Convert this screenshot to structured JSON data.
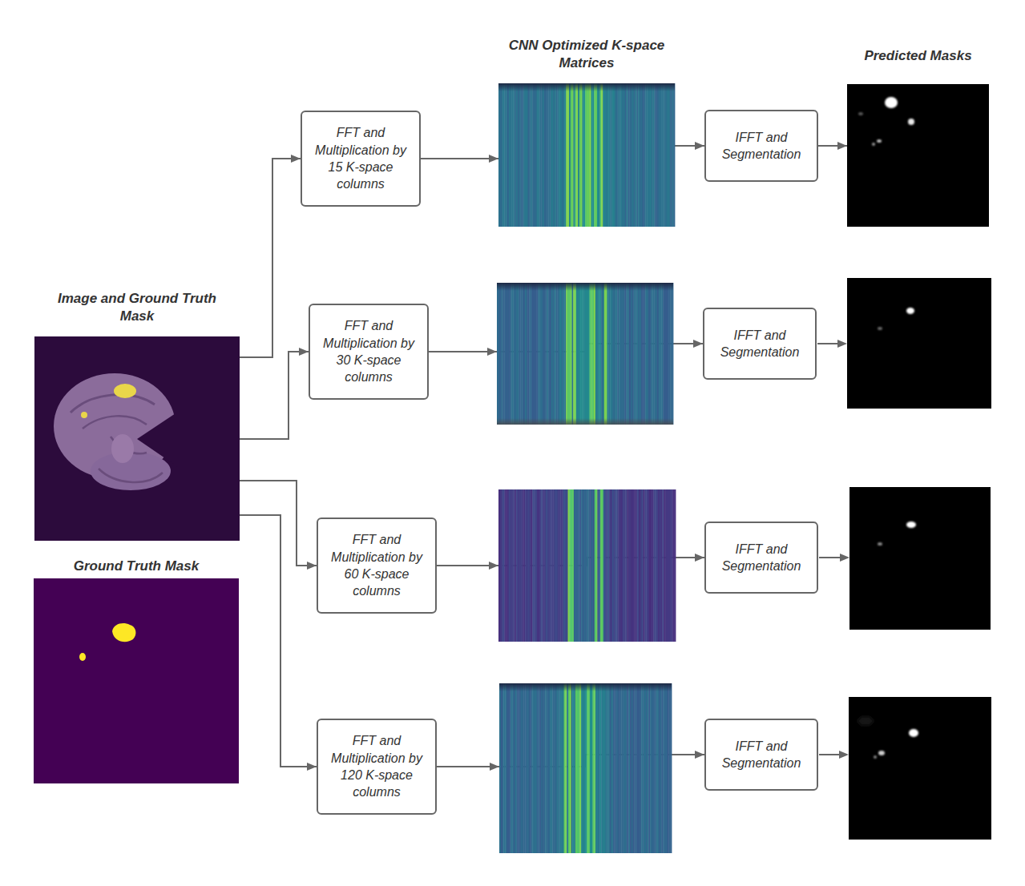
{
  "diagram": {
    "nodes": [
      {
        "text": [
          "Image and Ground Truth Mask"
        ]
      },
      {
        "text": [
          "Ground Truth Mask"
        ]
      },
      {
        "text": [
          "FFT and Multiplication by 15 K-space columns"
        ]
      },
      {
        "text": [
          "CNN Optimized K-space Matrices"
        ]
      },
      {
        "text": [
          "IFFT and Segmentation"
        ]
      },
      {
        "text": [
          "Predicted Masks"
        ]
      },
      {
        "text": [
          "FFT and Multiplication by 30 K-space columns"
        ]
      },
      {
        "text": [
          "IFFT and Segmentation"
        ]
      },
      {
        "text": [
          "FFT and Multiplication by 60 K-space columns"
        ]
      },
      {
        "text": [
          "IFFT and Segmentation"
        ]
      },
      {
        "text": [
          "FFT and Multiplication by 120 K-space columns"
        ]
      },
      {
        "text": [
          "IFFT and Segmentation"
        ]
      }
    ],
    "edges": [
      {
        "from": 0,
        "to": 2,
        "arrow": "to"
      },
      {
        "from": 0,
        "to": 6,
        "arrow": "to"
      },
      {
        "from": 0,
        "to": 8,
        "arrow": "to"
      },
      {
        "from": 0,
        "to": 10,
        "arrow": "to"
      },
      {
        "from": 2,
        "to": 3,
        "arrow": "to"
      },
      {
        "from": 3,
        "to": 4,
        "arrow": "to"
      },
      {
        "from": 4,
        "to": 5,
        "arrow": "to"
      },
      {
        "from": 6,
        "to": 7,
        "arrow": "to"
      },
      {
        "from": 8,
        "to": 9,
        "arrow": "to"
      },
      {
        "from": 10,
        "to": 11,
        "arrow": "to"
      }
    ]
  }
}
